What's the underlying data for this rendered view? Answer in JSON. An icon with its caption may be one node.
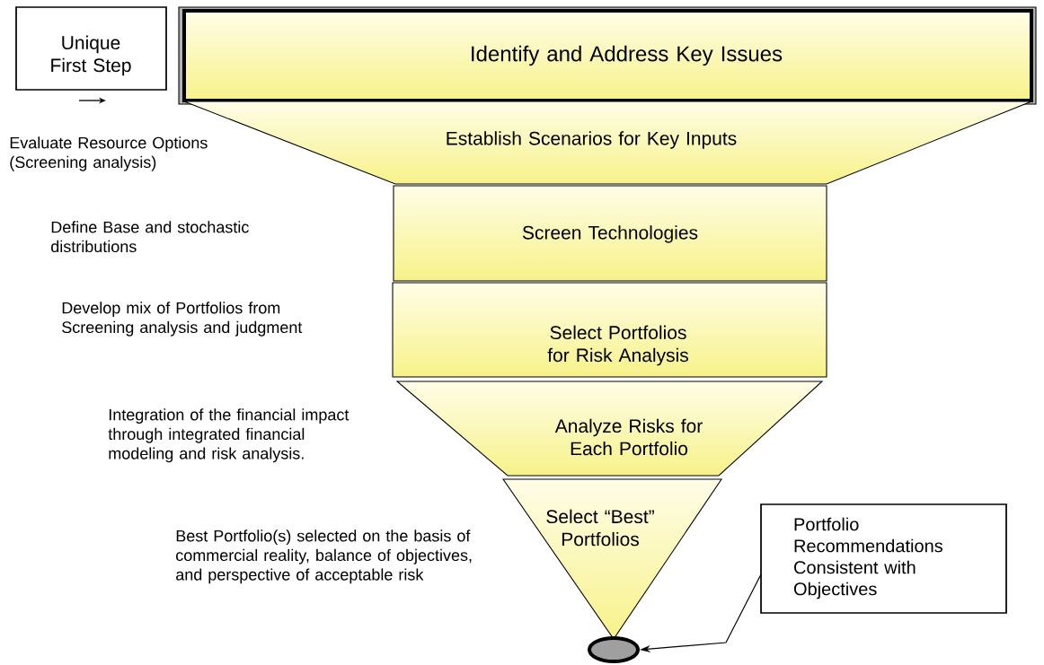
{
  "diagram": {
    "nodes": [
      {
        "text": [
          "Unique First Step"
        ]
      },
      {
        "text": [
          "Identify and Address Key Issues"
        ]
      },
      {
        "text": [
          "Establish Scenarios for Key Inputs"
        ]
      },
      {
        "text": [
          "Screen Technologies"
        ]
      },
      {
        "text": [
          "Select Portfolios for Risk Analysis"
        ]
      },
      {
        "text": [
          "Analyze Risks for Each Portfolio"
        ]
      },
      {
        "text": [
          "Select “Best” Portfolios"
        ]
      },
      {
        "text": [],
        "shape": "ellipse"
      },
      {
        "text": [
          "Portfolio Recommendations Consistent with Objectives"
        ]
      }
    ],
    "edges": [
      {
        "from": 8,
        "to": 7,
        "arrow": "to"
      }
    ],
    "labels": [
      "Evaluate Resource Options (Screening analysis)",
      "Define Base and stochastic distributions",
      "Develop mix of Portfolios from Screening analysis and judgment",
      "Integration of the financial impact through integrated financial modeling and risk analysis.",
      "Best Portfolio(s) selected on the basis of commercial reality, balance of objectives, and perspective of acceptable risk"
    ]
  }
}
